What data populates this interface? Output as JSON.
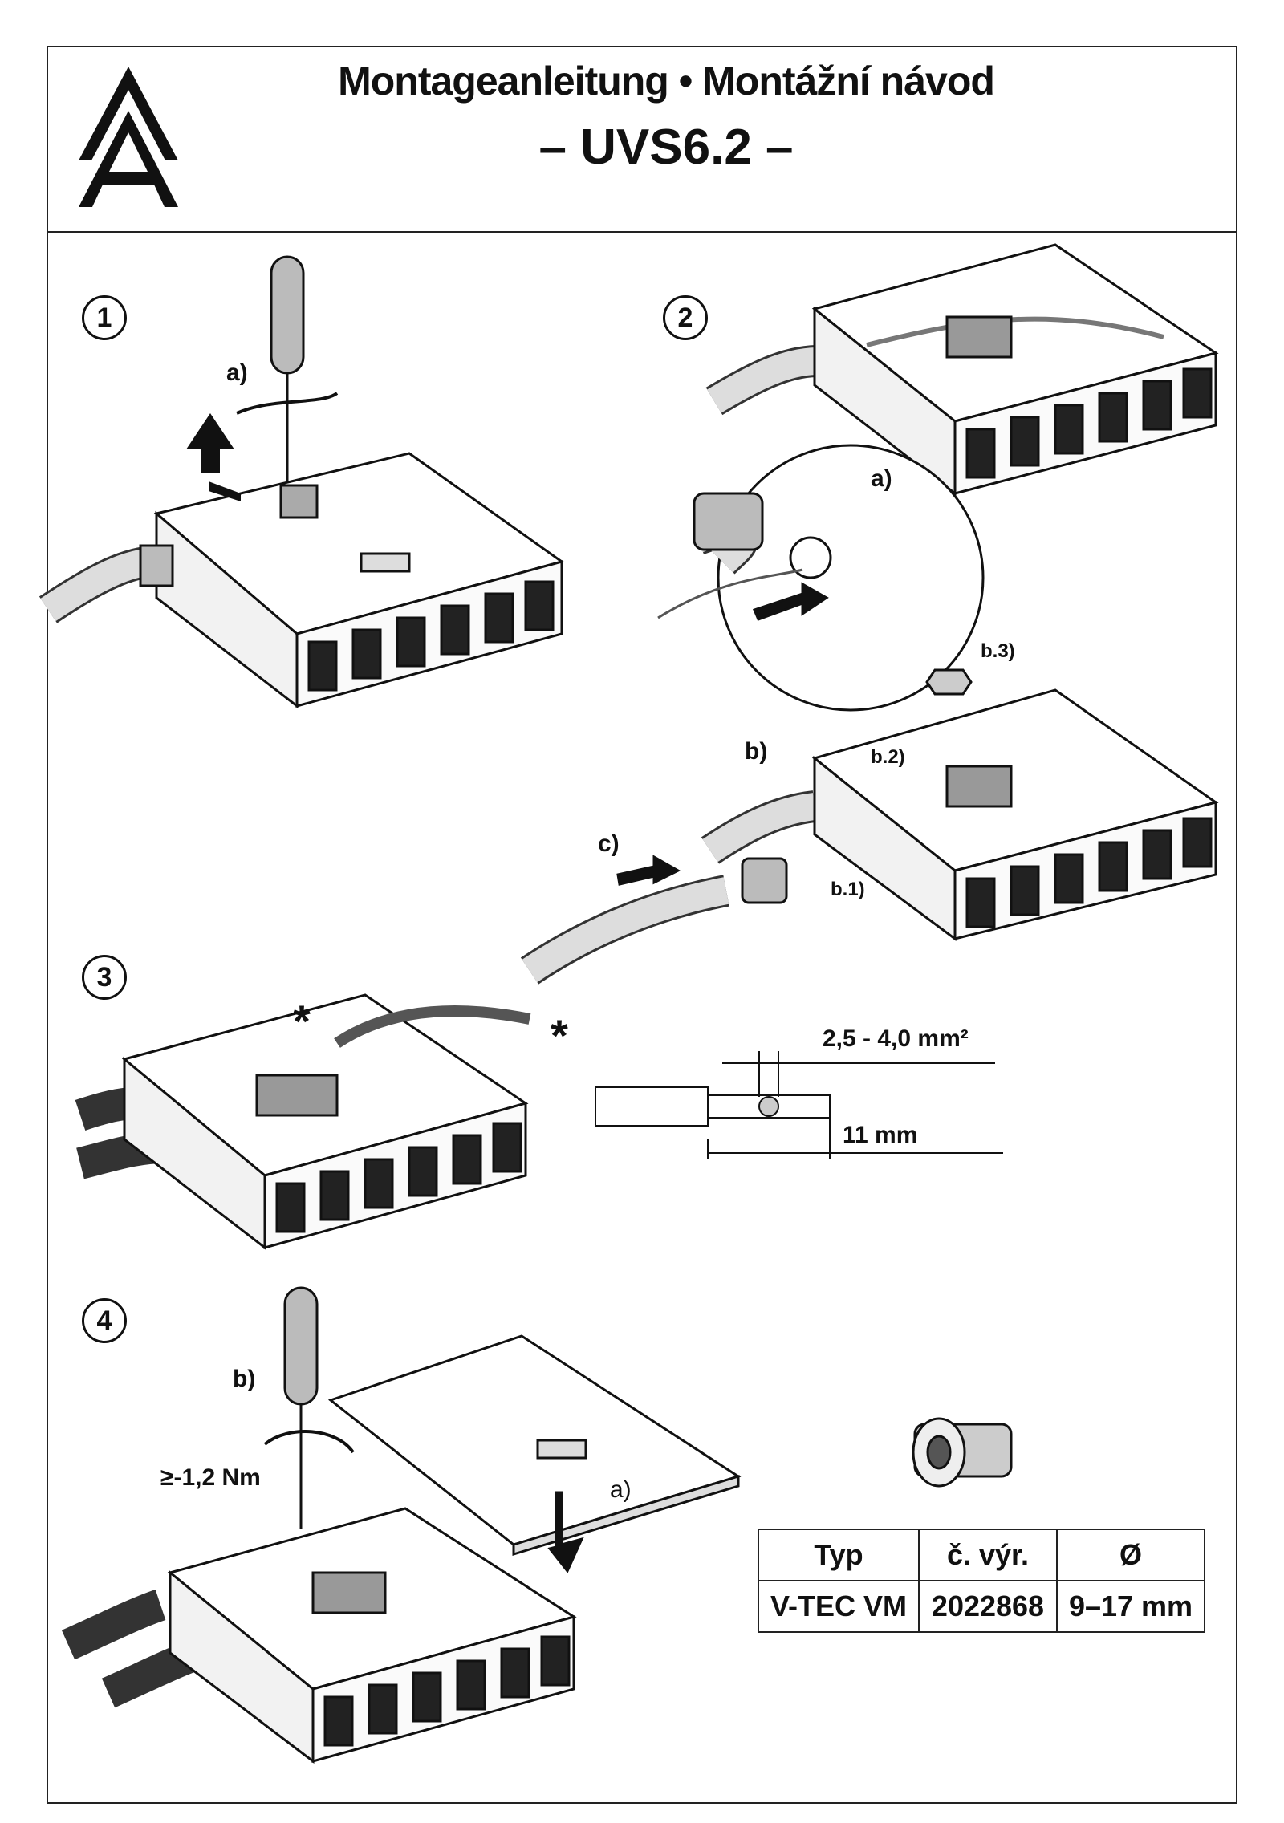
{
  "header": {
    "title": "Montageanleitung • Montážní návod",
    "model": "– UVS6.2 –",
    "logo": "AA-logo"
  },
  "steps": [
    {
      "number": "1",
      "labels": [
        "a)"
      ]
    },
    {
      "number": "2",
      "labels": [
        "a)",
        "b)",
        "b.1)",
        "b.2)",
        "b.3)",
        "c)"
      ]
    },
    {
      "number": "3",
      "labels": [
        "*",
        "*"
      ],
      "cross_section": "2,5 - 4,0 mm²",
      "strip_length": "11 mm"
    },
    {
      "number": "4",
      "labels": [
        "b)",
        "a)"
      ],
      "torque": "≥-1,2 Nm"
    }
  ],
  "parts_table": {
    "headers": [
      "Typ",
      "č. výr.",
      "Ø"
    ],
    "rows": [
      [
        "V-TEC VM",
        "2022868",
        "9–17 mm"
      ]
    ]
  }
}
